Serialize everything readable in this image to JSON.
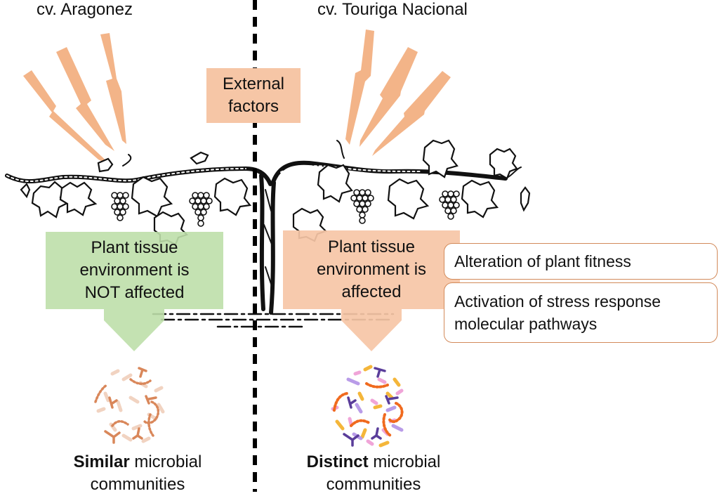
{
  "figure": {
    "left_cultivar": "cv. Aragonez",
    "right_cultivar": "cv. Touriga Nacional",
    "center_label_line1": "External",
    "center_label_line2": "factors",
    "left_tissue": {
      "line1": "Plant tissue",
      "line2": "environment is",
      "line3": "NOT affected"
    },
    "right_tissue": {
      "line1": "Plant tissue",
      "line2": "environment is",
      "line3": "affected"
    },
    "outcomes": [
      {
        "text": "Alteration of plant fitness"
      },
      {
        "line1": "Activation of stress response",
        "line2": "molecular pathways"
      }
    ],
    "left_result": {
      "bold": "Similar",
      "rest": " microbial",
      "line2": "communities"
    },
    "right_result": {
      "bold": "Distinct",
      "rest": " microbial",
      "line2": "communities"
    }
  },
  "colors": {
    "stress_orange": "#f3b488",
    "box_peach": "#f6c6a6",
    "box_green": "#bedfaa",
    "outline_orange": "#d28a5a",
    "microbe_left_dark": "#d9875a",
    "microbe_left_light": "#f1d3c1",
    "microbe_right_orange": "#f06a1e",
    "microbe_right_yellow": "#f4b63a",
    "microbe_right_pink": "#f0a5d8",
    "microbe_right_purple": "#5a3d9a",
    "microbe_right_lilac": "#b99ce8"
  }
}
